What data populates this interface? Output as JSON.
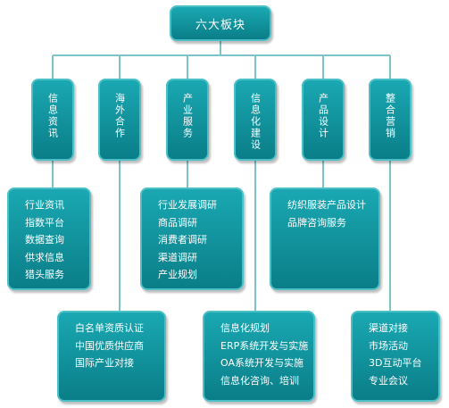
{
  "root": {
    "label": "六大板块"
  },
  "categories": [
    {
      "label": "信息资讯"
    },
    {
      "label": "海外合作"
    },
    {
      "label": "产业服务"
    },
    {
      "label": "信息化建设"
    },
    {
      "label": "产品设计"
    },
    {
      "label": "整合营销"
    }
  ],
  "details": {
    "info": {
      "items": [
        "行业资讯",
        "指数平台",
        "数据查询",
        "供求信息",
        "猎头服务"
      ]
    },
    "overseas": {
      "items": [
        "白名单资质认证",
        "中国优质供应商",
        "国际产业对接"
      ]
    },
    "industry": {
      "items": [
        "行业发展调研",
        "商品调研",
        "消费者调研",
        "渠道调研",
        "产业规划"
      ]
    },
    "informatization": {
      "items": [
        "信息化规划",
        "ERP系统开发与实施",
        "OA系统开发与实施",
        "信息化咨询、培训"
      ]
    },
    "design": {
      "items": [
        "纺织服装产品设计",
        "品牌咨询服务"
      ]
    },
    "marketing": {
      "items": [
        "渠道对接",
        "市场活动",
        "3D互动平台",
        "专业会议"
      ]
    }
  }
}
